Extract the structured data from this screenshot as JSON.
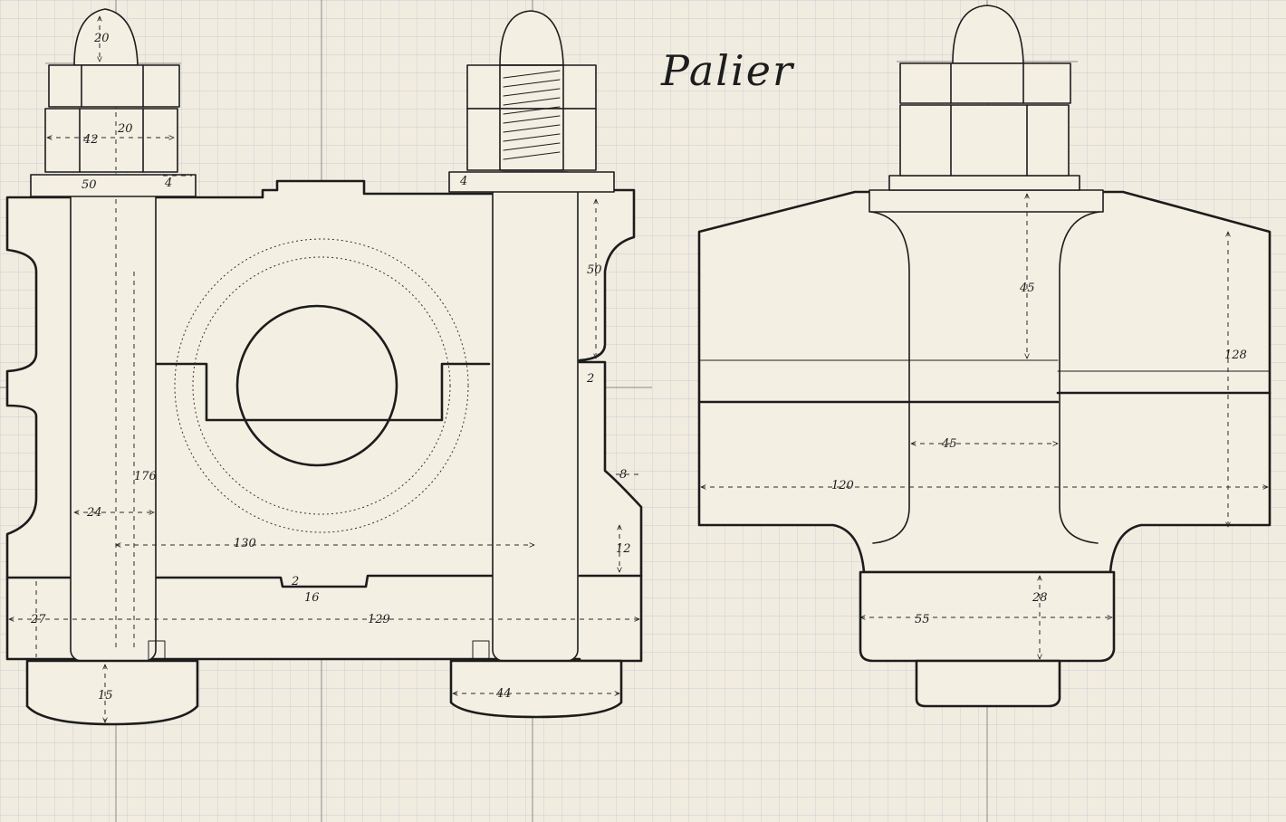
{
  "title": "Palier",
  "dimensions": {
    "front_nut_height": "20",
    "front_nut_width": "42",
    "front_nut_inner": "20",
    "washer_width": "50",
    "washer_thickness_left": "4",
    "washer_thickness_right": "4",
    "side_clearance": "50",
    "gap_small": "2",
    "rib_width": "8",
    "bolt_length": "176",
    "bolt_dia": "24",
    "center_distance": "130",
    "base_recess": "2",
    "base_recess_width": "16",
    "base_height": "27",
    "base_length": "129",
    "base_side": "12",
    "bolt_head_height": "15",
    "bolt_head_width": "44",
    "side_upper_height": "45",
    "side_total_height": "128",
    "side_neck_width": "45",
    "side_width": "120",
    "side_foot_height": "28",
    "side_foot_width": "55"
  }
}
